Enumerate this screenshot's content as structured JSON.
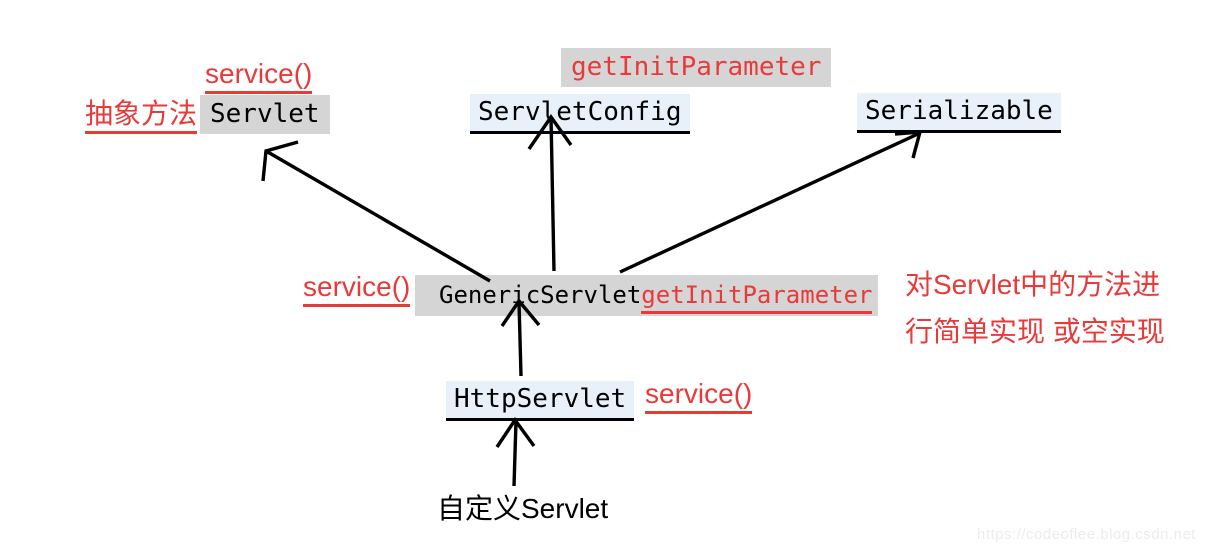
{
  "nodes": {
    "servlet": "Servlet",
    "servletConfig": "ServletConfig",
    "serializable": "Serializable",
    "genericServlet": "GenericServlet",
    "httpServlet": "HttpServlet",
    "customServlet": "自定义Servlet"
  },
  "annotations": {
    "servletServiceMethod": "service()",
    "abstractMethodNote": "抽象方法",
    "servletConfigGetInitParameter": "getInitParameter",
    "genericServiceMethod": "service()",
    "genericGetInitParameter": "getInitParameter",
    "implementationNoteLine1": "对Servlet中的方法进",
    "implementationNoteLine2": "行简单实现 或空实现",
    "httpServiceMethod": "service()"
  },
  "edges": [
    {
      "from": "GenericServlet",
      "to": "Servlet"
    },
    {
      "from": "GenericServlet",
      "to": "ServletConfig"
    },
    {
      "from": "GenericServlet",
      "to": "Serializable"
    },
    {
      "from": "HttpServlet",
      "to": "GenericServlet"
    },
    {
      "from": "自定义Servlet",
      "to": "HttpServlet"
    }
  ],
  "watermark": "https://codeoflee.blog.csdn.net",
  "colors": {
    "annotation_red": "#e93a3a",
    "label_gray_bg": "#d5d5d5",
    "label_blue_bg": "#e8f1fa",
    "text_black": "#000000",
    "arrow_black": "#000000",
    "watermark_gray": "#ececef",
    "background": "#ffffff"
  }
}
